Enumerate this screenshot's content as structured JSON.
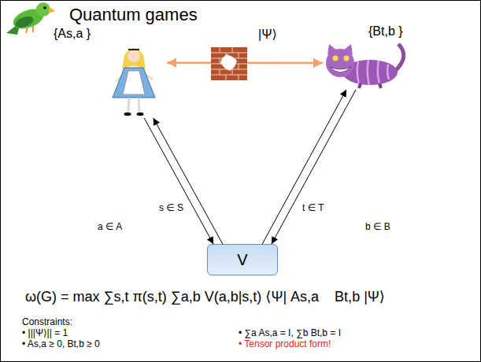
{
  "diagram": {
    "title": "Quantum games",
    "nodes": [
      {
        "text": [
          "{As,a }"
        ]
      },
      {
        "text": [
          "|Ψ⟩"
        ]
      },
      {
        "text": [
          "{Bt,b }"
        ]
      },
      {
        "text": [
          "V"
        ]
      }
    ],
    "edges": [
      {
        "from": 0,
        "to": 2,
        "arrow": "both"
      },
      {
        "from": 3,
        "to": 0,
        "label": "s ∈ S",
        "arrow": "to"
      },
      {
        "from": 0,
        "to": 3,
        "label": "a ∈ A",
        "arrow": "to"
      },
      {
        "from": 3,
        "to": 2,
        "label": "t ∈ T",
        "arrow": "to"
      },
      {
        "from": 2,
        "to": 3,
        "label": "b ∈ B",
        "arrow": "to"
      }
    ],
    "labels": [
      "ω(G) = max ∑s,t π(s,t) ∑a,b V(a,b|s,t) ⟨Ψ| As,a    Bt,b |Ψ⟩",
      "Constraints:",
      "• |||Ψ⟩|| = 1",
      "• As,a ≥ 0, Bt,b ≥ 0",
      "• ∑a As,a = I, ∑b Bt,b = I",
      "• Tensor product form!"
    ]
  }
}
